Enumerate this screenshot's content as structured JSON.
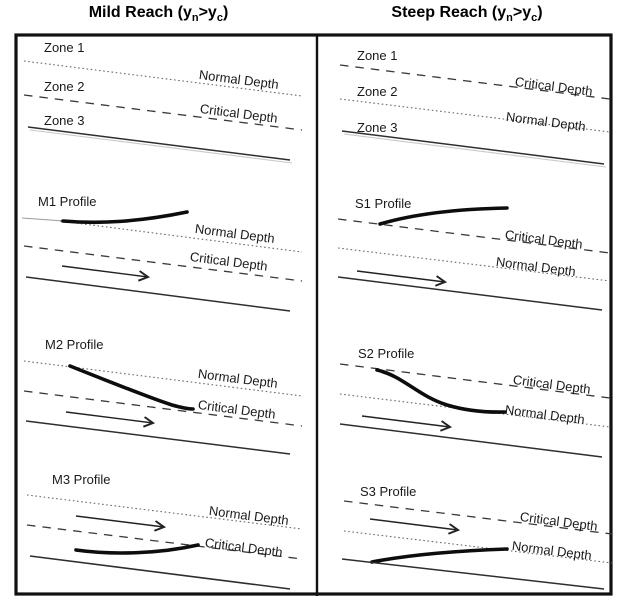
{
  "titles": {
    "mild": {
      "name": "Mild Reach",
      "open": " (y",
      "sub_n": "n",
      "mid": ">y",
      "sub_c": "c",
      "close": ")"
    },
    "steep": {
      "name": "Steep Reach",
      "open": " (y",
      "sub_n": "n",
      "mid": ">y",
      "sub_c": "c",
      "close": ")"
    }
  },
  "mild": {
    "zones": {
      "zone1": "Zone 1",
      "zone2": "Zone 2",
      "zone3": "Zone 3",
      "normal_depth": "Normal Depth",
      "critical_depth": "Critical Depth"
    },
    "m1": {
      "title": "M1 Profile",
      "normal_depth": "Normal Depth",
      "critical_depth": "Critical Depth"
    },
    "m2": {
      "title": "M2 Profile",
      "normal_depth": "Normal Depth",
      "critical_depth": "Critical Depth"
    },
    "m3": {
      "title": "M3 Profile",
      "normal_depth": "Normal Depth",
      "critical_depth": "Critical Depth"
    }
  },
  "steep": {
    "zones": {
      "zone1": "Zone 1",
      "zone2": "Zone 2",
      "zone3": "Zone 3",
      "critical_depth": "Critical Depth",
      "normal_depth": "Normal Depth"
    },
    "s1": {
      "title": "S1 Profile",
      "critical_depth": "Critical Depth",
      "normal_depth": "Normal Depth"
    },
    "s2": {
      "title": "S2 Profile",
      "critical_depth": "Critical Depth",
      "normal_depth": "Normal Depth"
    },
    "s3": {
      "title": "S3 Profile",
      "critical_depth": "Critical Depth",
      "normal_depth": "Normal Depth"
    }
  },
  "colors": {
    "border": "#111111",
    "dashed_line": "#3a3a3a",
    "dotted_line": "#6a6a6a",
    "bed_line": "#2e2e2e",
    "profile_curve": "#0d0d0d",
    "text": "#1a1a1a"
  }
}
